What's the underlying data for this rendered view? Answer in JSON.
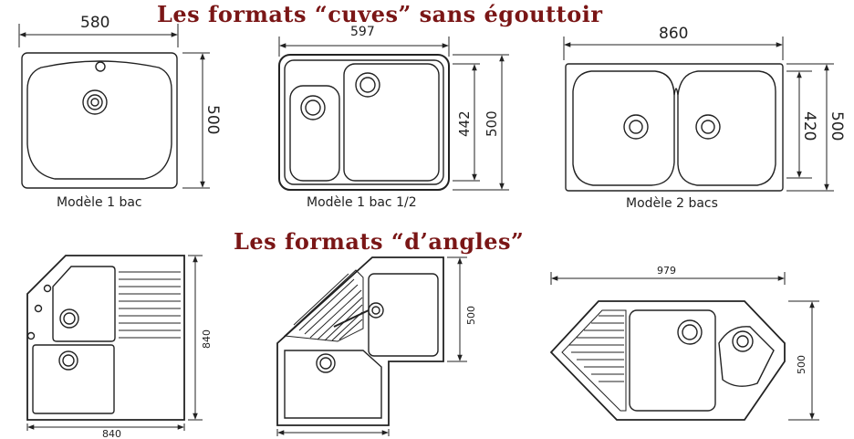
{
  "titles": {
    "top": "Les formats “cuves” sans égouttoir",
    "bottom": "Les formats “d’angles”"
  },
  "captions": {
    "single": "Modèle 1 bac",
    "one_half": "Modèle 1 bac 1/2",
    "double": "Modèle 2 bacs"
  },
  "dimensions": {
    "single_width": "580",
    "single_height": "500",
    "one_half_width": "597",
    "one_half_inner": "442",
    "one_half_height": "500",
    "double_width": "860",
    "double_inner": "420",
    "double_height": "500",
    "corner_a_height": "840",
    "corner_a_width": "840",
    "corner_b_height": "500",
    "corner_c_width": "979",
    "corner_c_height": "500"
  }
}
